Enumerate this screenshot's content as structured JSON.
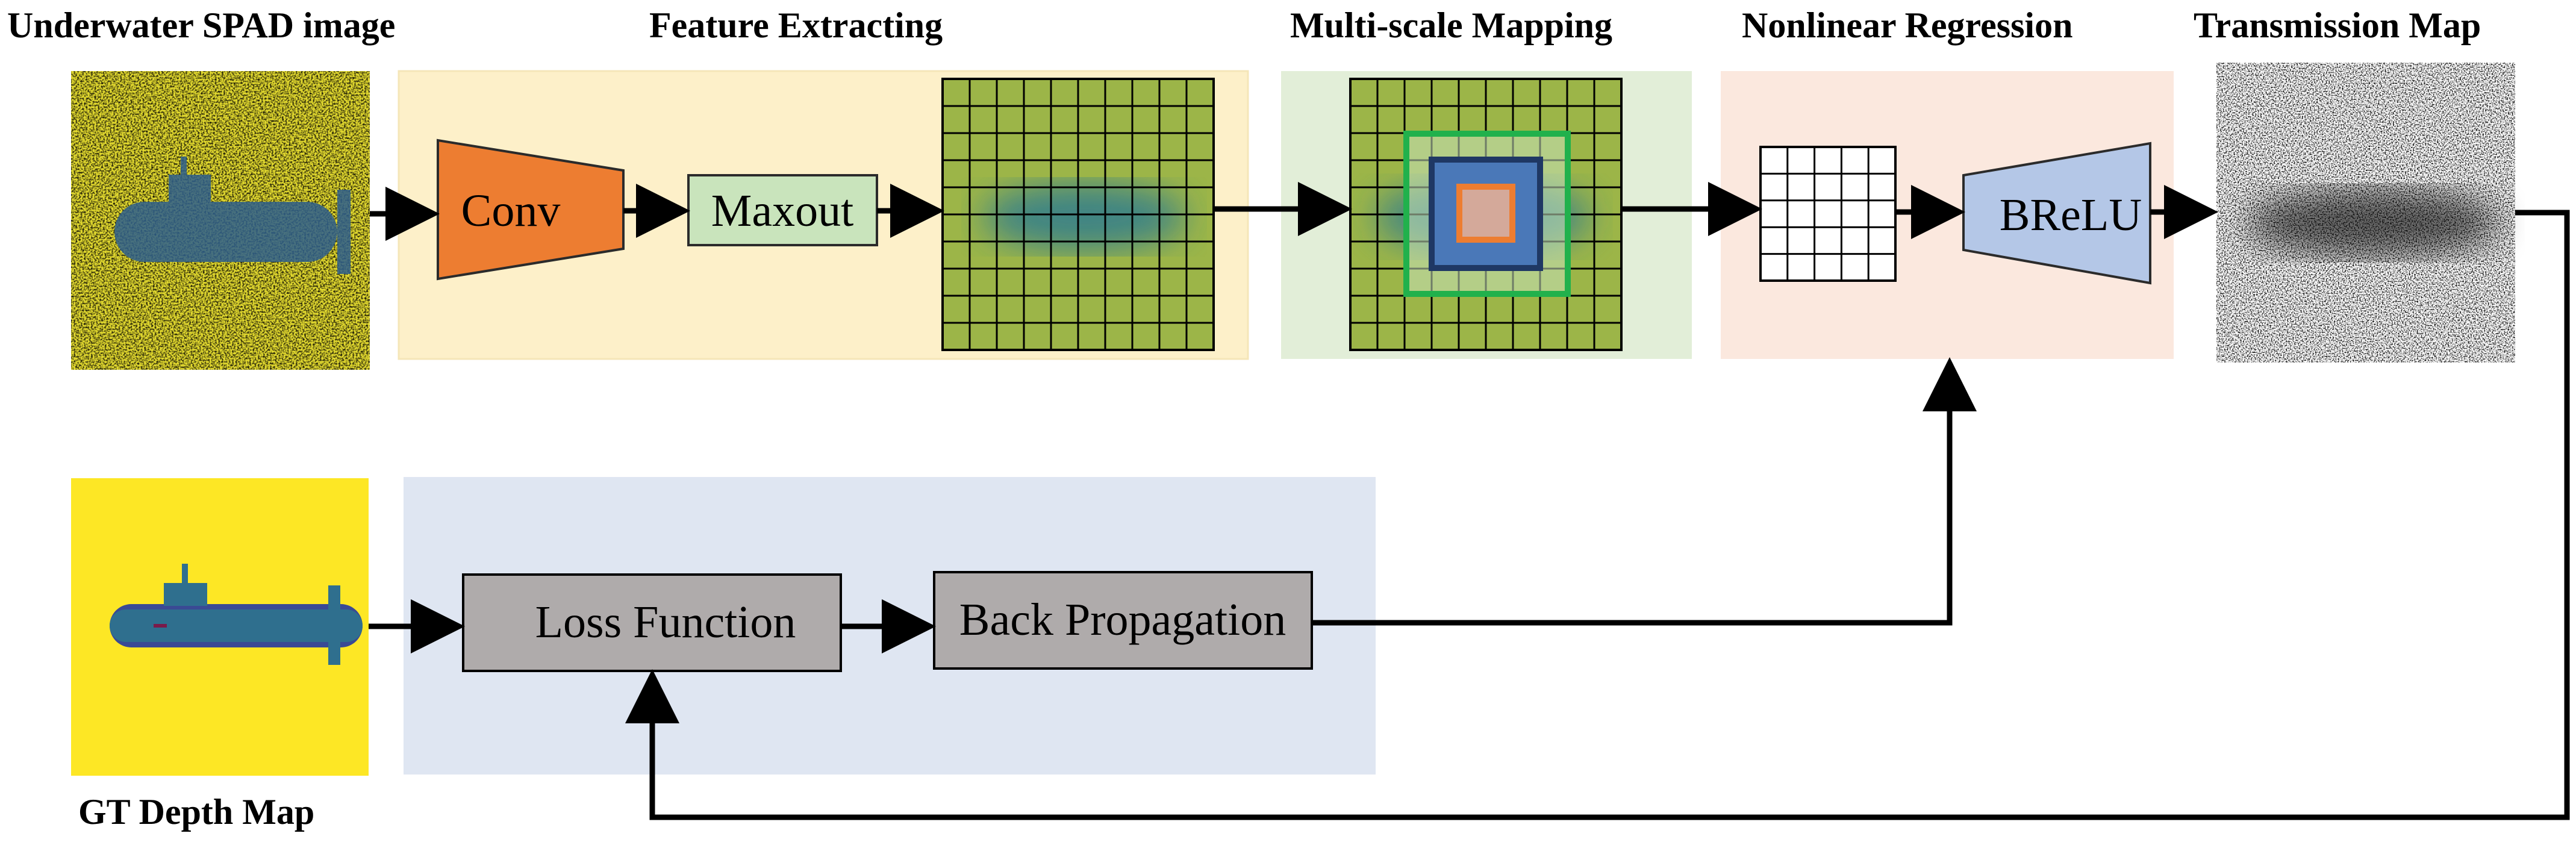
{
  "titles": {
    "spad_image": "Underwater SPAD image",
    "feature_extracting": "Feature Extracting",
    "multiscale_mapping": "Multi-scale Mapping",
    "nonlinear_regression": "Nonlinear Regression",
    "transmission_map": "Transmission Map",
    "gt_depth_map": "GT Depth Map"
  },
  "blocks": {
    "conv": "Conv",
    "maxout": "Maxout",
    "brelu": "BReLU",
    "loss_function": "Loss Function",
    "back_propagation": "Back Propagation"
  },
  "colors": {
    "feature_bg": "#FDF0C9",
    "multiscale_bg": "#E2EED8",
    "regression_bg": "#FBE8DE",
    "training_bg": "#DFE6F2",
    "conv_fill": "#ED7D31",
    "maxout_fill": "#C9E4BC",
    "brelu_fill": "#B4C7E7",
    "loss_fill": "#AFABAB",
    "spad_yellow": "#E3DA2F",
    "spad_teal": "#2E8C8F",
    "gt_yellow": "#FDE725",
    "submarine_blue": "#3A4A94",
    "grid_green": "#9CB548",
    "green_square": "#21B14C",
    "navy_square": "#1F3864",
    "orange_square": "#ED7D31"
  }
}
